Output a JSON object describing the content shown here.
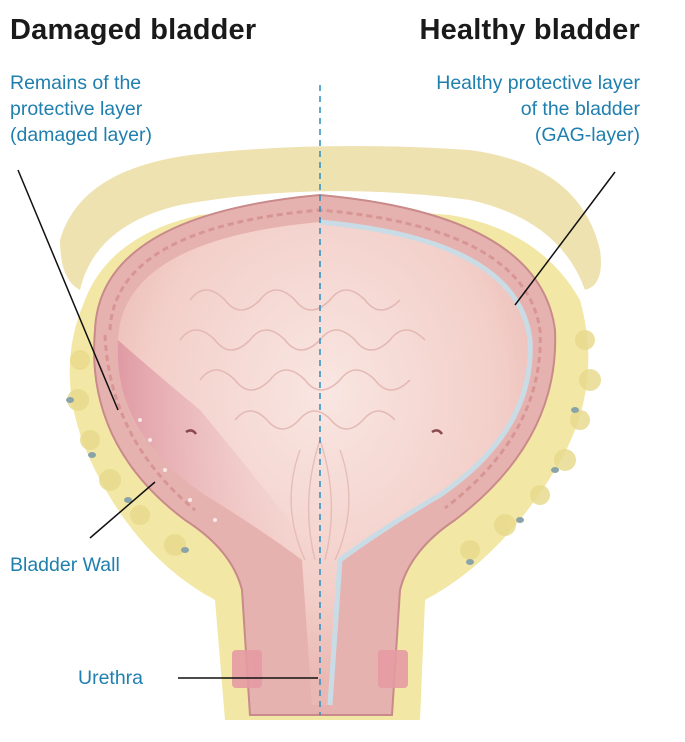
{
  "headings": {
    "damaged": "Damaged bladder",
    "healthy": "Healthy bladder"
  },
  "labels": {
    "remains": "Remains of the\nprotective layer\n(damaged layer)",
    "healthy_layer": "Healthy protective layer\nof the bladder\n(GAG-layer)",
    "bladder_wall": "Bladder Wall",
    "urethra": "Urethra"
  },
  "colors": {
    "label_text": "#1f7fae",
    "divider": "#2a8fc0",
    "fat": "#f2e7a4",
    "wall": "#e6b2b0",
    "lumen": "#f4d2cd",
    "damaged_area": "#e3a0a8",
    "gag_layer": "#c9dce6"
  }
}
